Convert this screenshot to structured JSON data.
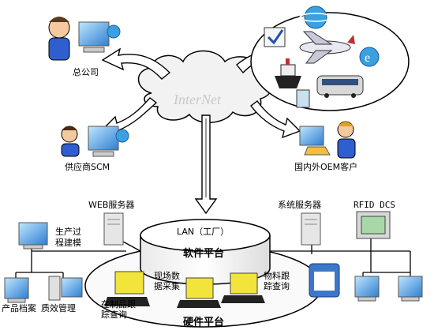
{
  "labels": {
    "hq": "总公司",
    "supplier": "供应商SCM",
    "oem": "国内外OEM客户",
    "internet": "InterNet",
    "web_server": "WEB服务器",
    "system_server": "系统服务器",
    "rfid": "RFID DCS",
    "lan": "LAN（工厂）",
    "software": "软件平台",
    "hardware": "硬件平台",
    "process_line1": "生产过",
    "process_line2": "程建模",
    "archive": "产品档案",
    "quality": "质效管理",
    "collect_line1": "现场数",
    "collect_line2": "据采集",
    "material_line1": "物料跟",
    "material_line2": "踪查询",
    "wip_line1": "在制品跟",
    "wip_line2": "踪查询"
  },
  "colors": {
    "arrow_fill": "#ffffff",
    "stroke": "#000000",
    "cloud": "#f2f2f2",
    "monitor_blue": "#3b8fd6",
    "terminal_yellow": "#f2e43a"
  }
}
